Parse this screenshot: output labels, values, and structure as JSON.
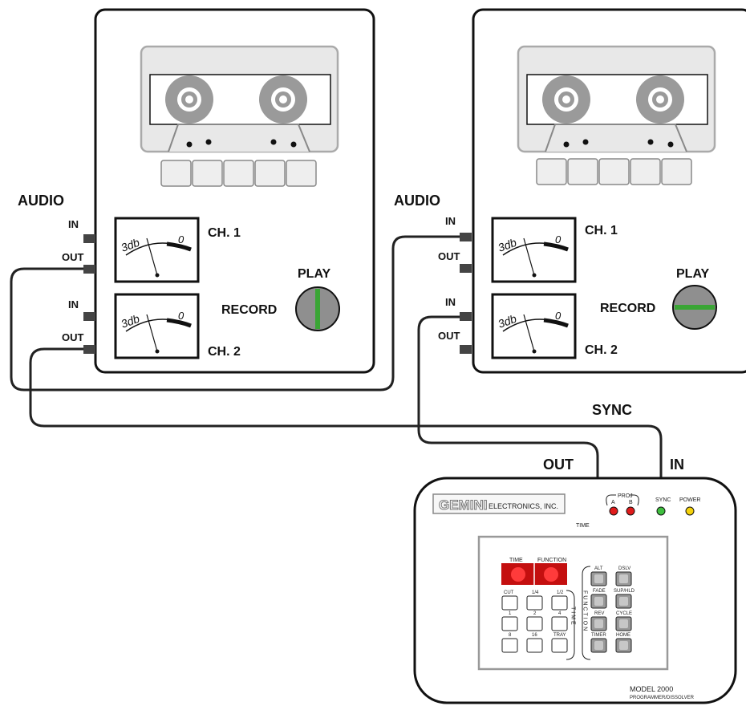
{
  "deck_left": {
    "audio_label": "AUDIO",
    "ports": [
      "IN",
      "OUT",
      "IN",
      "OUT"
    ],
    "meter_scale_left": "3db",
    "meter_scale_right": "0",
    "ch1_label": "CH. 1",
    "ch2_label": "CH. 2",
    "knob_top_label": "PLAY",
    "knob_left_label": "RECORD",
    "knob_position": "PLAY"
  },
  "deck_right": {
    "audio_label": "AUDIO",
    "ports": [
      "IN",
      "OUT",
      "IN",
      "OUT"
    ],
    "meter_scale_left": "3db",
    "meter_scale_right": "0",
    "ch1_label": "CH. 1",
    "ch2_label": "CH. 2",
    "knob_top_label": "PLAY",
    "knob_left_label": "RECORD",
    "knob_position": "RECORD"
  },
  "sync_label": "SYNC",
  "out_label": "OUT",
  "in_label": "IN",
  "programmer": {
    "brand": "GEMINI",
    "brand_sub": "ELECTRONICS, INC.",
    "proj_label": "PROJ",
    "proj_a": "A",
    "proj_b": "B",
    "sync_led": "SYNC",
    "power_led": "POWER",
    "time_label": "TIME",
    "display_time": "TIME",
    "display_function": "FUNCTION",
    "time_buttons": [
      "CUT",
      "1/4",
      "1/2",
      "1",
      "2",
      "4",
      "8",
      "16",
      "TRAY"
    ],
    "time_side": "TIME",
    "function_side": "FUNCTION",
    "function_buttons": [
      "ALT",
      "DSLV",
      "FADE",
      "SUP/HLD",
      "REV",
      "CYCLE",
      "TIMER",
      "HOME"
    ],
    "model": "MODEL 2000",
    "model_sub": "PROGRAMMER/DISSOLVER"
  },
  "colors": {
    "knob_indicator": "#3aa535",
    "led_red": "#e01b1b",
    "led_green": "#3fbf3f",
    "led_yellow": "#f5d20b",
    "display_red": "#c40f0f"
  }
}
